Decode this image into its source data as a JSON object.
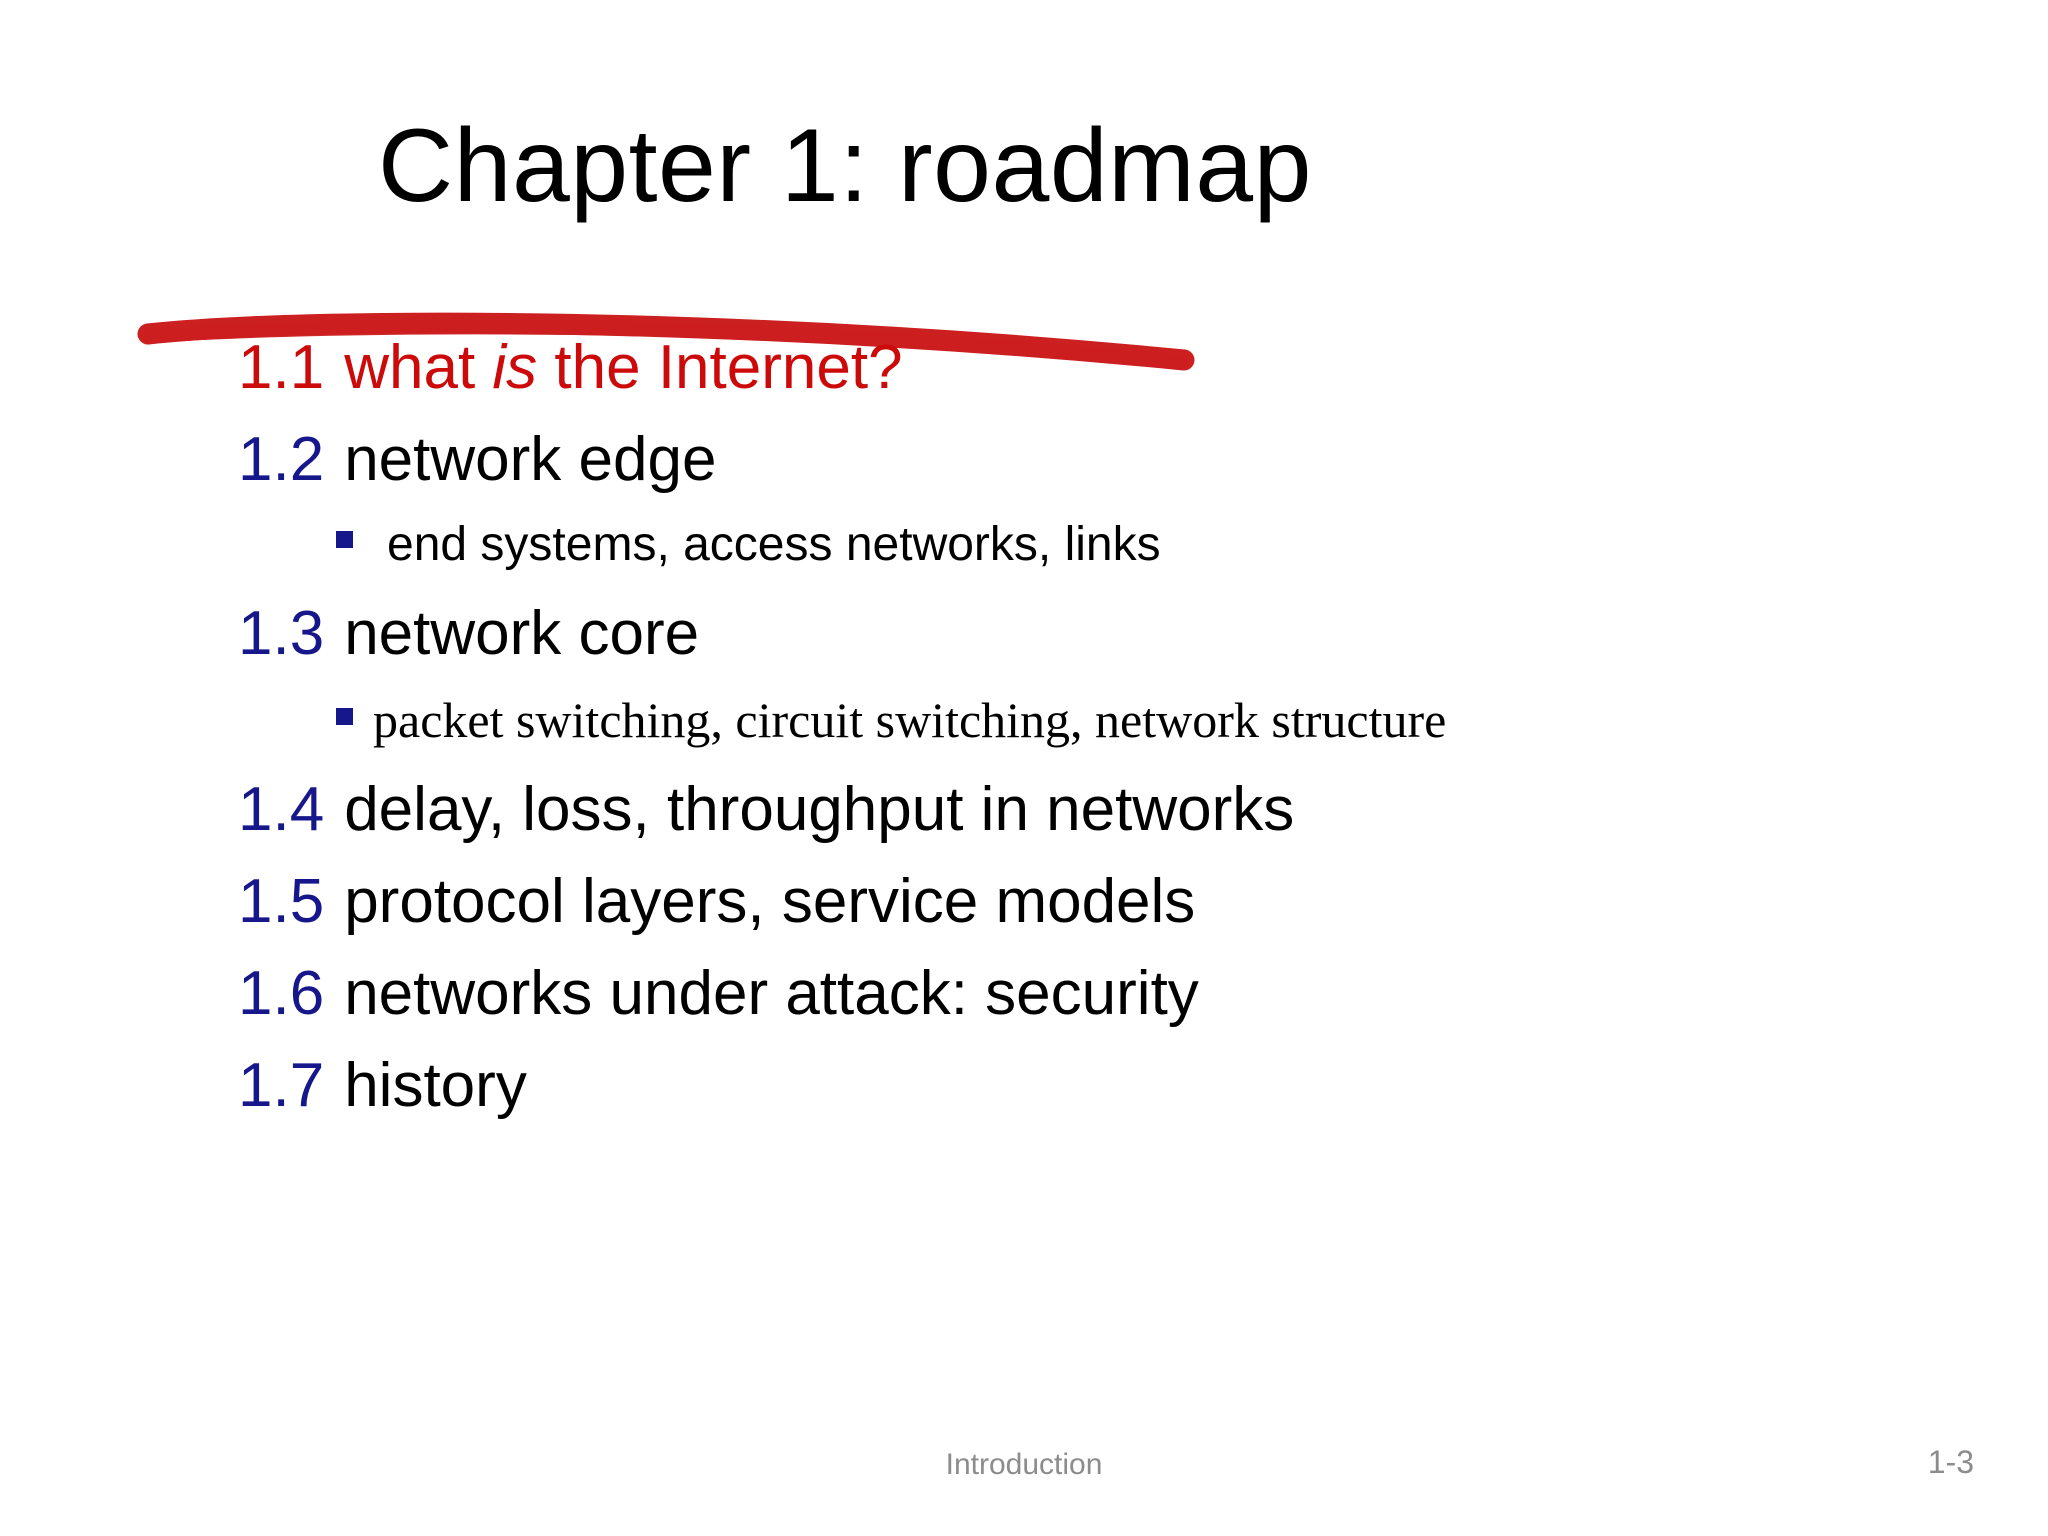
{
  "slide": {
    "title": "Chapter 1: roadmap",
    "title_underline_color": "#CC1F20",
    "accent_number_color": "#17178C",
    "highlight_color": "#CC0A0A",
    "background_color": "#FFFFFF"
  },
  "roadmap": {
    "items": [
      {
        "num": "1.1",
        "label_pre": "what ",
        "label_em": "is",
        "label_post": " the Internet?",
        "highlighted": true,
        "subitems": []
      },
      {
        "num": "1.2",
        "label": "network edge",
        "highlighted": false,
        "subitems": [
          {
            "text": "end systems, access networks, links"
          }
        ]
      },
      {
        "num": "1.3",
        "label": "network core",
        "highlighted": false,
        "subitems": [
          {
            "text": "packet switching, circuit switching, network structure"
          }
        ]
      },
      {
        "num": "1.4",
        "label": "delay, loss, throughput in networks",
        "highlighted": false,
        "subitems": []
      },
      {
        "num": "1.5",
        "label": "protocol layers, service models",
        "highlighted": false,
        "subitems": []
      },
      {
        "num": "1.6",
        "label": "networks under attack: security",
        "highlighted": false,
        "subitems": []
      },
      {
        "num": "1.7",
        "label": "history",
        "highlighted": false,
        "subitems": []
      }
    ]
  },
  "footer": {
    "center_label": "Introduction",
    "page_label": "1-3"
  }
}
